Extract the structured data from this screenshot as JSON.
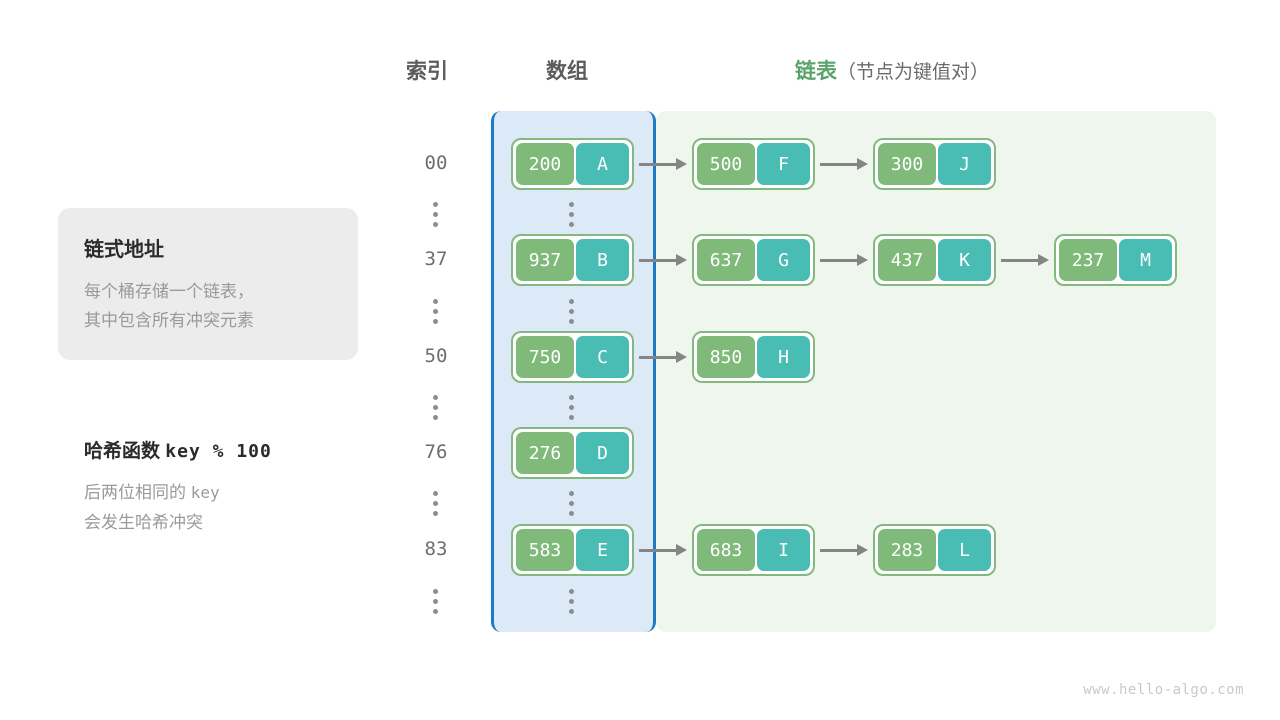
{
  "headers": {
    "index": "索引",
    "array": "数组",
    "list_main": "链表",
    "list_sub": "（节点为键值对）"
  },
  "info_card": {
    "title": "链式地址",
    "line1": "每个桶存储一个链表，",
    "line2": "其中包含所有冲突元素"
  },
  "hash_note": {
    "title_label": "哈希函数",
    "title_expr": "key % 100",
    "line1_a": "后两位相同的",
    "line1_b": "key",
    "line2": "会发生哈希冲突"
  },
  "colors": {
    "array_panel_fill": "#dceaf7",
    "array_panel_border": "#1f7ac4",
    "list_panel_fill": "#eef6ee",
    "node_border": "#83b97f",
    "key_fill": "#7fba7a",
    "value_fill": "#49bdb4",
    "arrow": "#858585",
    "accent_green": "#5aa469"
  },
  "buckets": [
    {
      "index": "00",
      "bucket_node": {
        "key": "200",
        "value": "A"
      },
      "chain": [
        {
          "key": "500",
          "value": "F"
        },
        {
          "key": "300",
          "value": "J"
        }
      ]
    },
    {
      "index": "37",
      "bucket_node": {
        "key": "937",
        "value": "B"
      },
      "chain": [
        {
          "key": "637",
          "value": "G"
        },
        {
          "key": "437",
          "value": "K"
        },
        {
          "key": "237",
          "value": "M"
        }
      ]
    },
    {
      "index": "50",
      "bucket_node": {
        "key": "750",
        "value": "C"
      },
      "chain": [
        {
          "key": "850",
          "value": "H"
        }
      ]
    },
    {
      "index": "76",
      "bucket_node": {
        "key": "276",
        "value": "D"
      },
      "chain": []
    },
    {
      "index": "83",
      "bucket_node": {
        "key": "583",
        "value": "E"
      },
      "chain": [
        {
          "key": "683",
          "value": "I"
        },
        {
          "key": "283",
          "value": "L"
        }
      ]
    }
  ],
  "ellipsis_rows": 6,
  "watermark": "www.hello-algo.com"
}
